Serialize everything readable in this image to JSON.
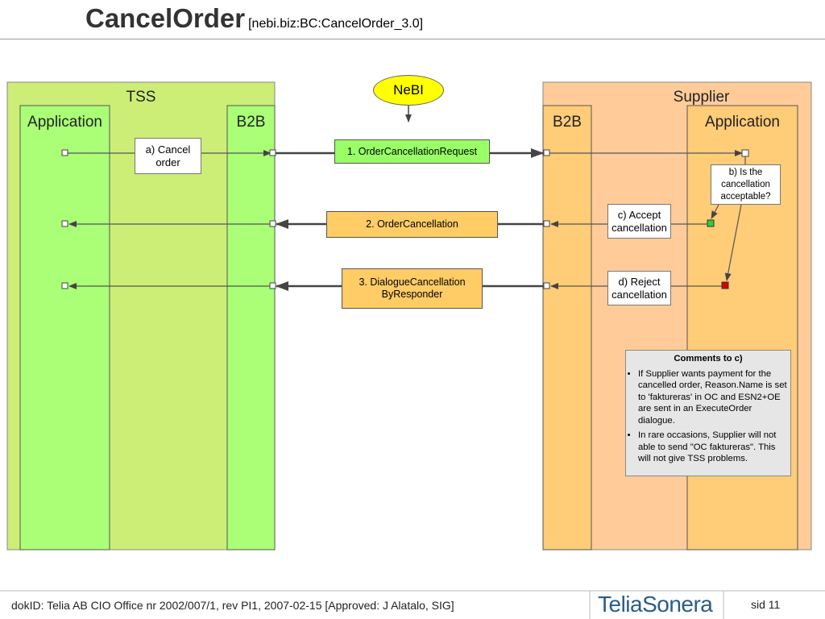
{
  "header": {
    "title": "CancelOrder",
    "subtitle": "[nebi.biz:BC:CancelOrder_3.0]"
  },
  "left_party": {
    "name": "TSS",
    "lanes": {
      "application": "Application",
      "b2b": "B2B"
    },
    "note_a": {
      "line1": "a) Cancel",
      "line2": "order"
    }
  },
  "right_party": {
    "name": "Supplier",
    "lanes": {
      "b2b": "B2B",
      "application": "Application"
    },
    "note_b": {
      "line1": "b) Is the",
      "line2": "cancellation",
      "line3": "acceptable?"
    },
    "note_c": {
      "line1": "c) Accept",
      "line2": "cancellation"
    },
    "note_d": {
      "line1": "d) Reject",
      "line2": "cancellation"
    }
  },
  "nebi": {
    "label": "NeBI"
  },
  "messages": [
    {
      "label": "1. OrderCancellationRequest",
      "color": "#99ff66"
    },
    {
      "label": "2. OrderCancellation",
      "color": "#ffcc66"
    },
    {
      "line1": "3. DialogueCancellation",
      "line2": "ByResponder",
      "color": "#ffcc66"
    }
  ],
  "comments": {
    "title": "Comments to c)",
    "items": [
      "If Supplier wants payment for the cancelled order, Reason.Name is set to 'faktureras' in OC and ESN2+OE are sent in an ExecuteOrder dialogue.",
      "In rare occasions, Supplier will not able to send \"OC faktureras\". This will not give TSS problems."
    ]
  },
  "footer": {
    "doc": "dokID: Telia AB CIO Office nr 2002/007/1, rev PI1, 2007-02-15  [Approved: J Alatalo, SIG]",
    "logo": "TeliaSonera",
    "page": "sid 11"
  },
  "colors": {
    "tss_bg": "#ccee77",
    "tss_lane": "#aaff77",
    "supplier_bg": "#ffcc99",
    "supplier_lane": "#ffcc77",
    "accept_marker": "#33cc33",
    "reject_marker": "#dd0000"
  }
}
